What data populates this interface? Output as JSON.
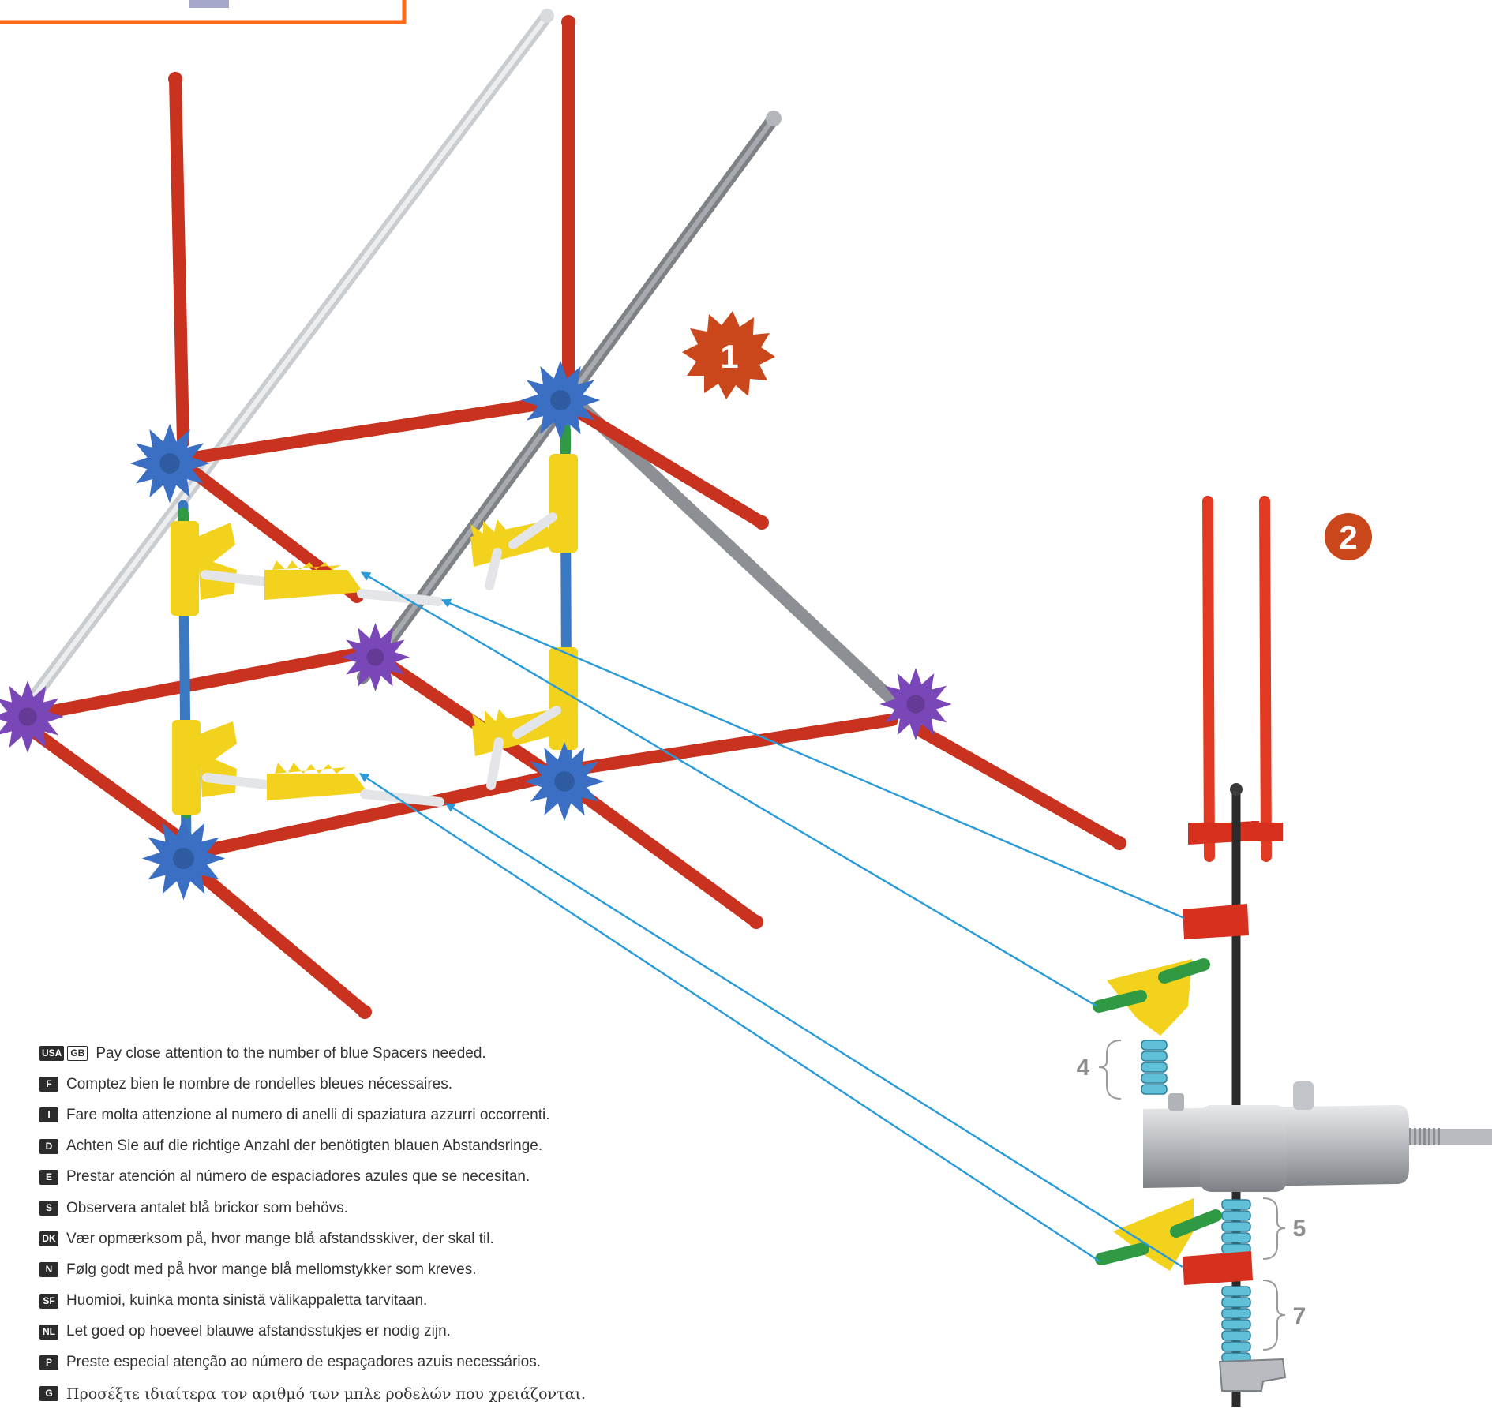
{
  "steps": {
    "step1": "1",
    "step2": "2"
  },
  "callouts": {
    "upper_spacer_count": "4",
    "lower_spacer_count_a": "5",
    "lower_spacer_count_b": "7"
  },
  "instructions": [
    {
      "codes": [
        "USA",
        "GB"
      ],
      "text": "Pay close attention to the number of blue Spacers needed."
    },
    {
      "codes": [
        "F"
      ],
      "text": "Comptez bien le nombre de rondelles bleues nécessaires."
    },
    {
      "codes": [
        "I"
      ],
      "text": "Fare molta attenzione al numero di anelli di spaziatura azzurri occorrenti."
    },
    {
      "codes": [
        "D"
      ],
      "text": "Achten Sie auf die richtige Anzahl der benötigten blauen Abstandsringe."
    },
    {
      "codes": [
        "E"
      ],
      "text": "Prestar atención al número de espaciadores azules que se necesitan."
    },
    {
      "codes": [
        "S"
      ],
      "text": "Observera antalet blå brickor som behövs."
    },
    {
      "codes": [
        "DK"
      ],
      "text": "Vær opmærksom på, hvor mange blå afstandsskiver, der skal til."
    },
    {
      "codes": [
        "N"
      ],
      "text": "Følg godt med på hvor mange blå mellomstykker som kreves."
    },
    {
      "codes": [
        "SF"
      ],
      "text": "Huomioi, kuinka monta sinistä välikappaletta tarvitaan."
    },
    {
      "codes": [
        "NL"
      ],
      "text": "Let goed op hoeveel blauwe afstandsstukjes er nodig zijn."
    },
    {
      "codes": [
        "P"
      ],
      "text": "Preste especial atenção ao número de espaçadores azuis necessários."
    },
    {
      "codes": [
        "G"
      ],
      "text": "Προσέξτε ιδιαίτερα τον αριθμό των μπλε ροδελών που χρειάζονται."
    }
  ],
  "colors": {
    "rod_red": "#c8321e",
    "rod_gray": "#8c8f93",
    "rod_white": "#d9dcdf",
    "rod_blue": "#3a78c2",
    "connector_blue": "#3a6fc4",
    "connector_purple": "#7a47b8",
    "connector_yellow": "#f2d21c",
    "connector_red": "#d8301e",
    "spacer_cyan": "#5fc0d8",
    "arrow_blue": "#2a9bd8",
    "frame_orange": "#ff6a1a",
    "badge_red": "#c9471b",
    "callout_gray": "#8e8e8e"
  }
}
